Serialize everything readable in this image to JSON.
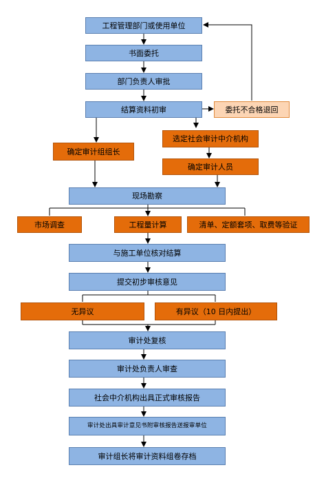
{
  "nodes": {
    "n1": "工程管理部门或使用单位",
    "n2": "书面委托",
    "n3": "部门负责人审批",
    "n4": "结算资料初审",
    "n4r": "委托不合格退回",
    "n5": "确定审计组组长",
    "n6": "选定社会审计中介机构",
    "n7": "确定审计人员",
    "n8": "现场勘察",
    "n9a": "市场调查",
    "n9b": "工程量计算",
    "n9c": "清单、定额套项、取费等验证",
    "n10": "与施工单位核对结算",
    "n11": "提交初步审核意见",
    "n12a": "无异议",
    "n12b": "有异议（10 日内提出）",
    "n13": "审计处复核",
    "n14": "审计处负责人审查",
    "n15": "社会中介机构出具正式审核报告",
    "n16": "审计处出具审计意见书附审核报告送报审单位",
    "n17": "审计组长将审计资料组卷存档"
  },
  "colors": {
    "process": "#8eb4e3",
    "decision": "#e46c0a",
    "reject": "#fcd5b4",
    "line": "#000000"
  }
}
